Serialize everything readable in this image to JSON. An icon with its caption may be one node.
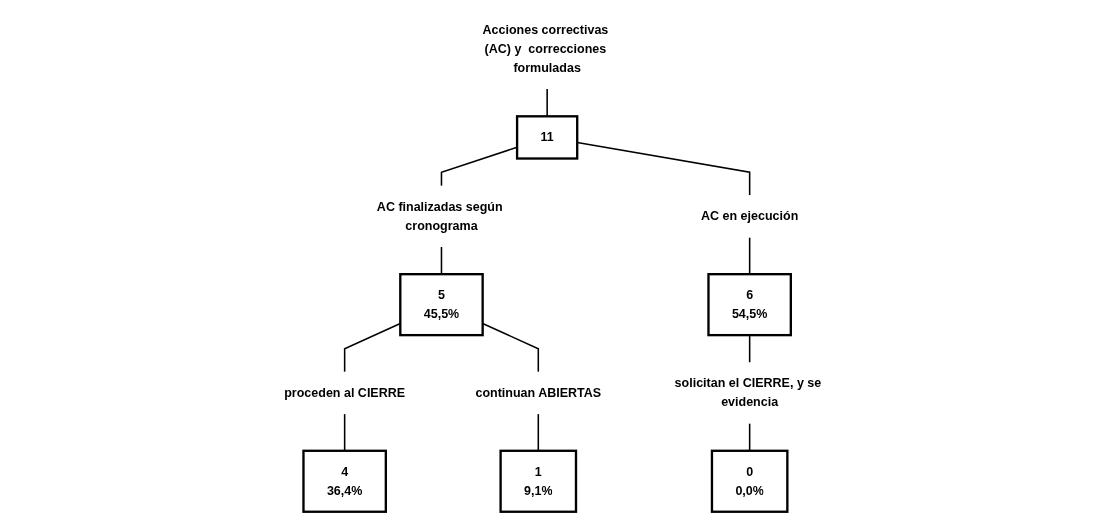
{
  "diagram": {
    "nodes": [
      {
        "text": [
          "Acciones correctivas (AC) y  correcciones formuladas"
        ]
      },
      {
        "text": [
          "11"
        ]
      },
      {
        "text": [
          "AC finalizadas según cronograma"
        ]
      },
      {
        "text": [
          "5",
          "45,5%"
        ]
      },
      {
        "text": [
          "AC en ejecución"
        ]
      },
      {
        "text": [
          "6",
          "54,5%"
        ]
      },
      {
        "text": [
          "proceden al CIERRE"
        ]
      },
      {
        "text": [
          "4",
          "36,4%"
        ]
      },
      {
        "text": [
          "continuan ABIERTAS"
        ]
      },
      {
        "text": [
          "1",
          "9,1%"
        ]
      },
      {
        "text": [
          "solicitan el CIERRE, y se evidencia"
        ]
      },
      {
        "text": [
          "0",
          "0,0%"
        ]
      }
    ],
    "edges": [
      {
        "from": 0,
        "to": 1,
        "arrow": "none"
      },
      {
        "from": 1,
        "to": 2,
        "arrow": "none"
      },
      {
        "from": 2,
        "to": 3,
        "arrow": "none"
      },
      {
        "from": 1,
        "to": 4,
        "arrow": "none"
      },
      {
        "from": 4,
        "to": 5,
        "arrow": "none"
      },
      {
        "from": 3,
        "to": 6,
        "arrow": "none"
      },
      {
        "from": 6,
        "to": 7,
        "arrow": "none"
      },
      {
        "from": 3,
        "to": 8,
        "arrow": "none"
      },
      {
        "from": 8,
        "to": 9,
        "arrow": "none"
      },
      {
        "from": 5,
        "to": 10,
        "arrow": "none"
      },
      {
        "from": 10,
        "to": 11,
        "arrow": "none"
      }
    ]
  }
}
